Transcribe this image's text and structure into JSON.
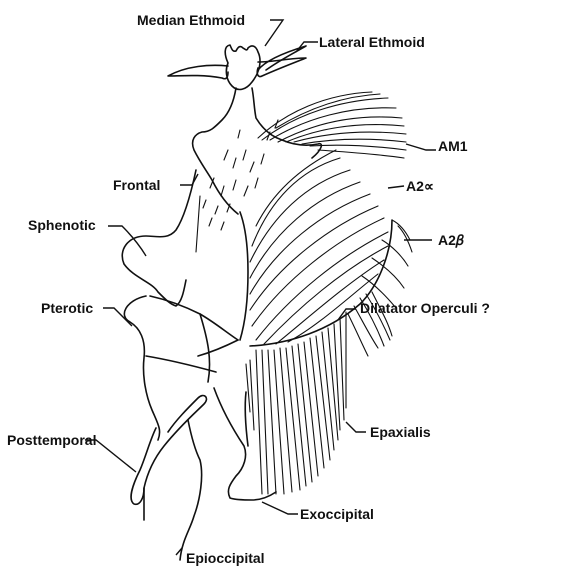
{
  "labels": {
    "median_ethmoid": "Median Ethmoid",
    "lateral_ethmoid": "Lateral Ethmoid",
    "am1": "AM1",
    "a2_alpha": "A2∝",
    "frontal": "Frontal",
    "sphenotic": "Sphenotic",
    "a2_beta": "A2𝛽",
    "dilatator_operculi": "Dilatator Operculi ?",
    "pterotic": "Pterotic",
    "epaxialis": "Epaxialis",
    "posttemporal": "Posttemporal",
    "exoccipital": "Exoccipital",
    "epioccipital": "Epioccipital"
  }
}
